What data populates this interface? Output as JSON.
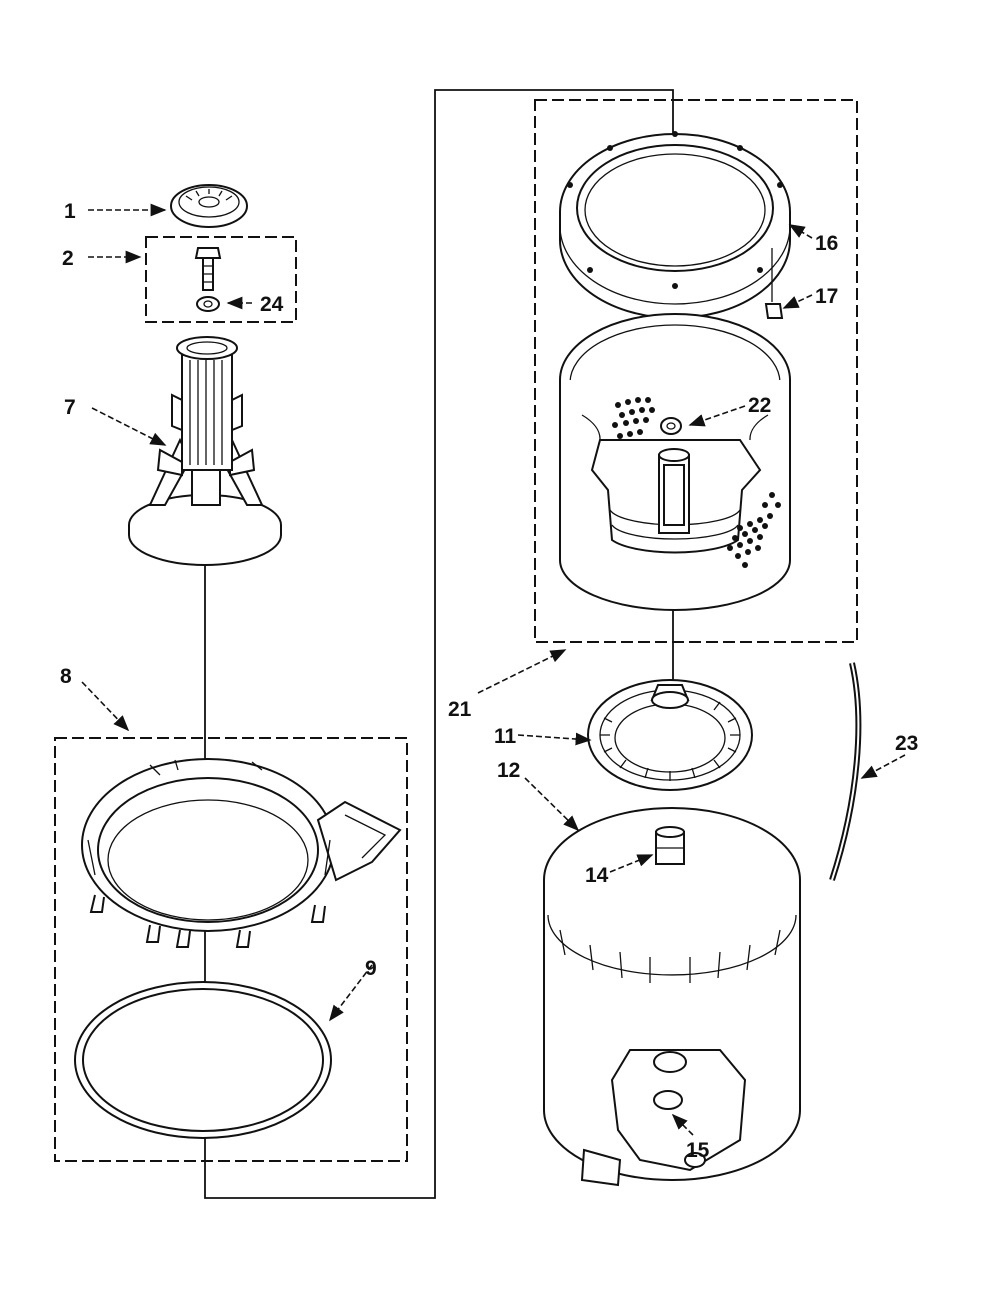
{
  "diagram": {
    "callouts": [
      "1",
      "2",
      "24",
      "7",
      "8",
      "9",
      "16",
      "17",
      "22",
      "21",
      "11",
      "12",
      "14",
      "15",
      "23"
    ]
  }
}
